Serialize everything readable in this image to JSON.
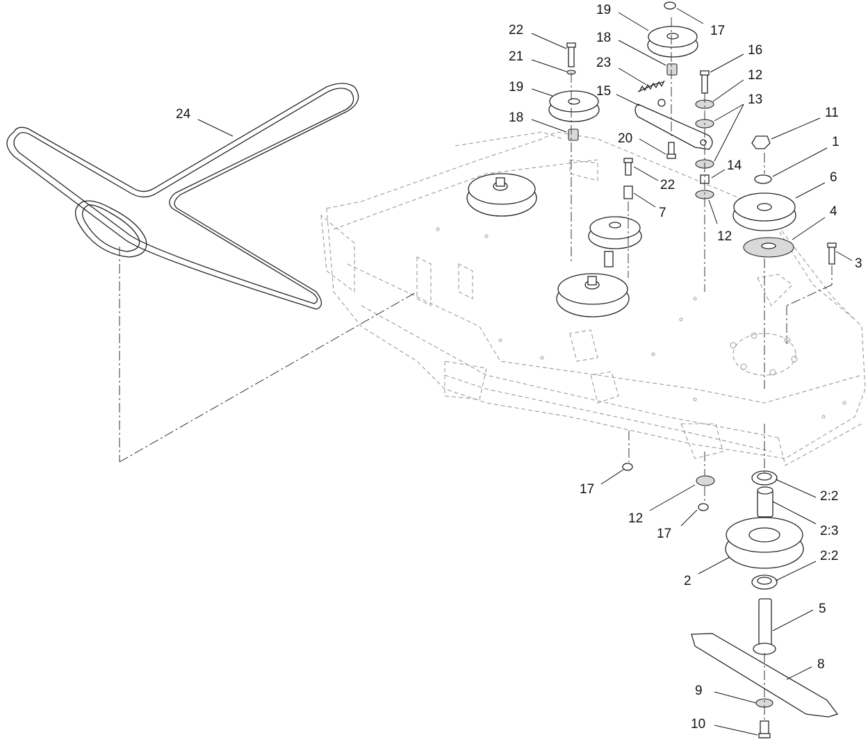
{
  "diagram": {
    "callouts": [
      "24",
      "22",
      "21",
      "19",
      "18",
      "19",
      "17",
      "18",
      "23",
      "15",
      "20",
      "16",
      "12",
      "13",
      "11",
      "1",
      "14",
      "22",
      "7",
      "12",
      "6",
      "4",
      "3",
      "17",
      "12",
      "17",
      "2:2",
      "2:3",
      "2",
      "2:2",
      "5",
      "8",
      "9",
      "10"
    ]
  }
}
